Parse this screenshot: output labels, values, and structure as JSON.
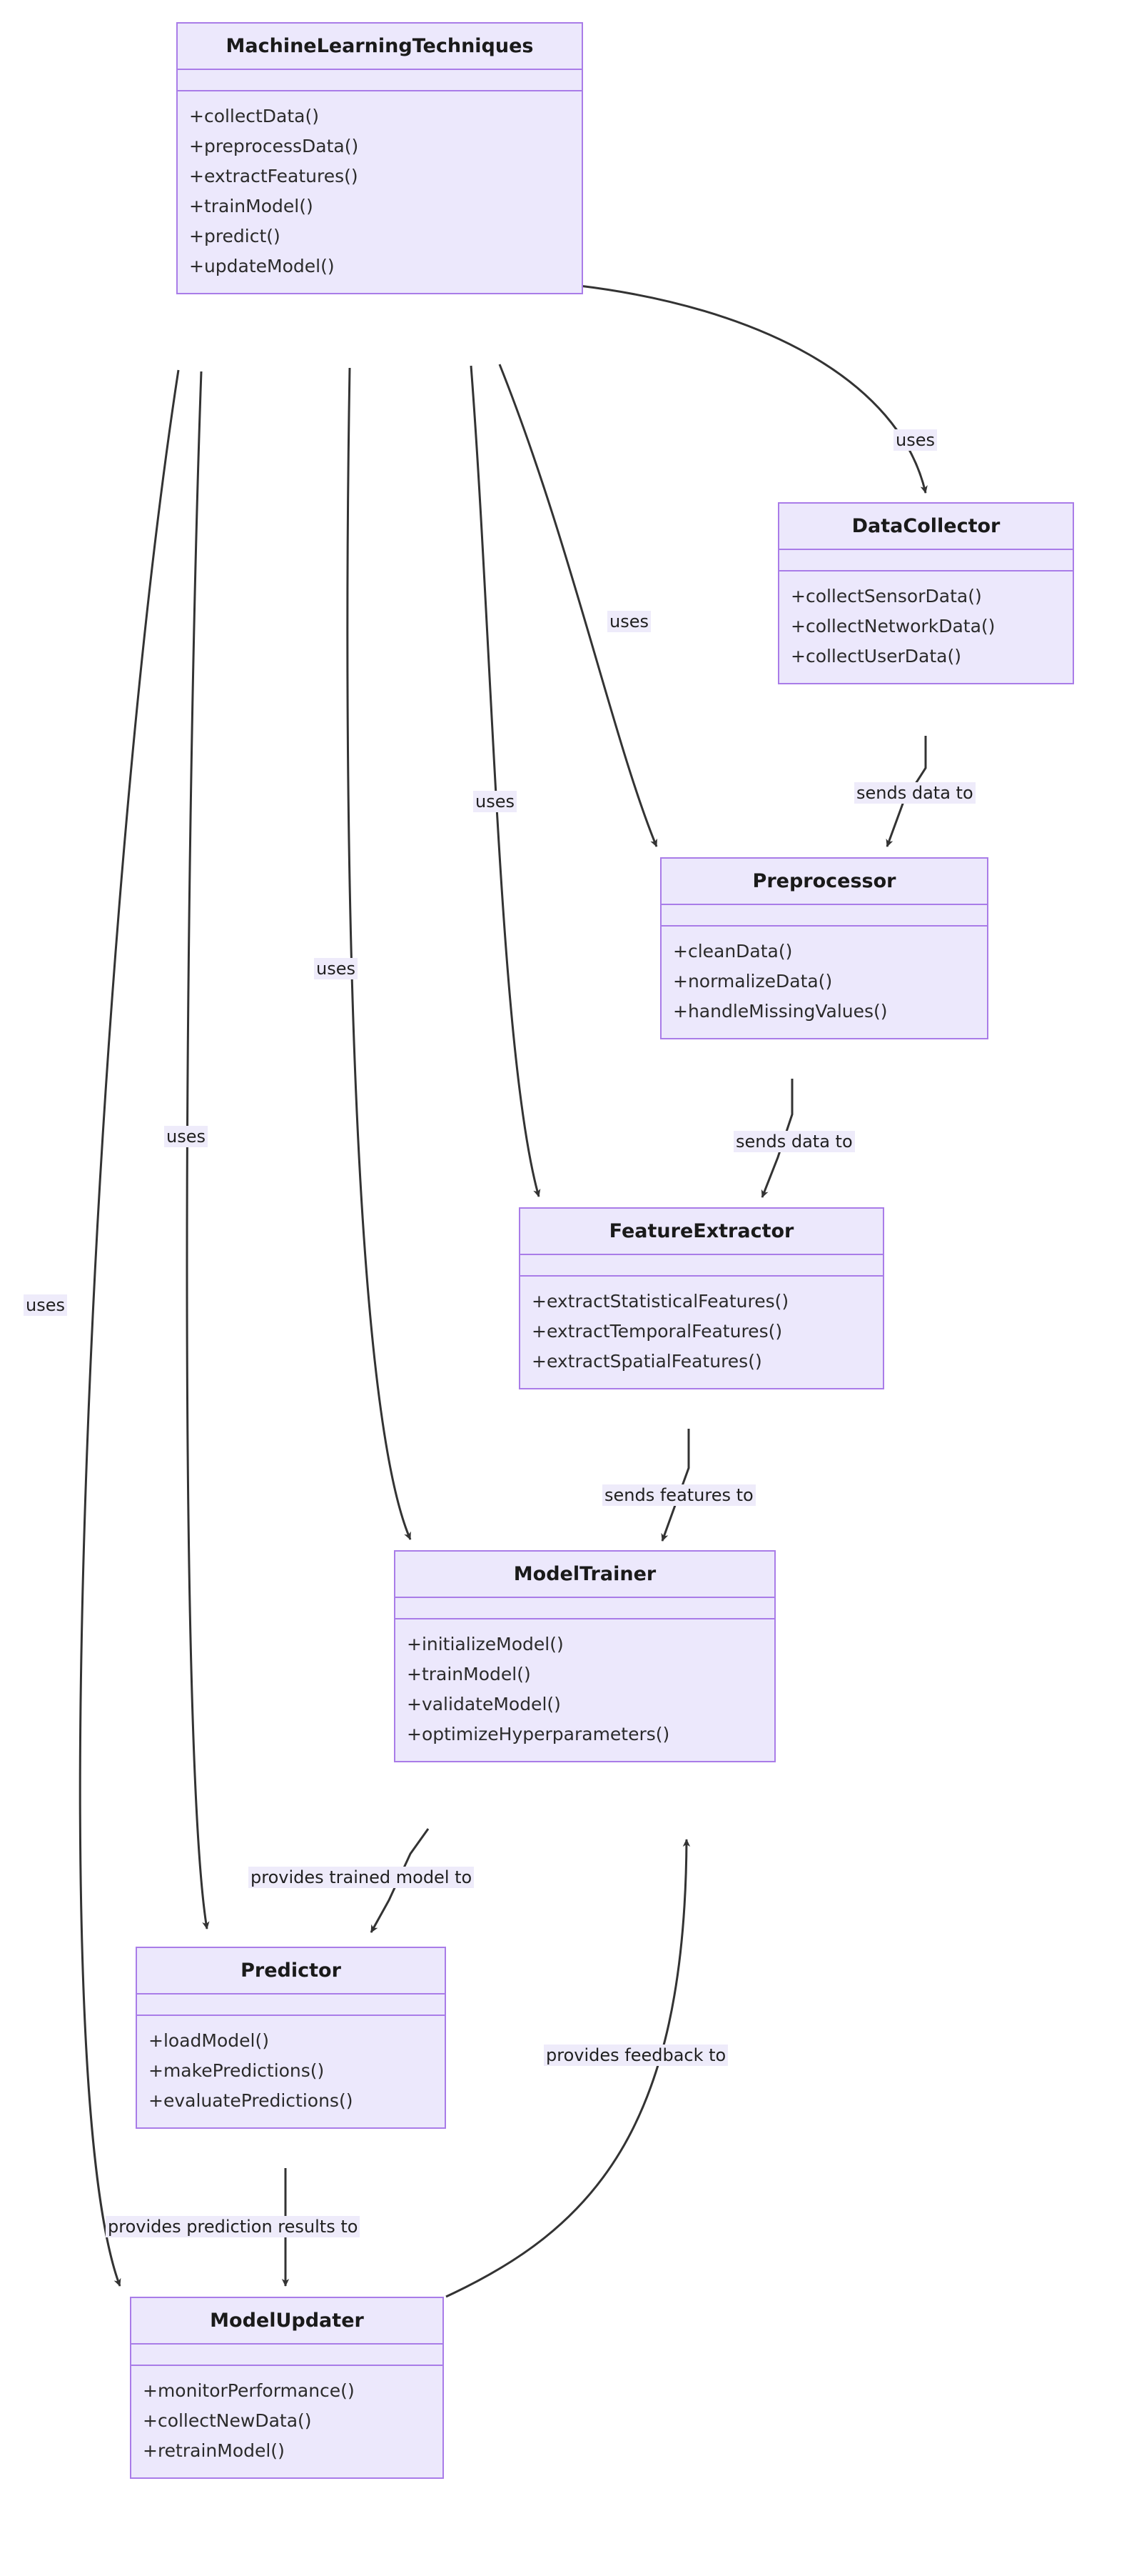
{
  "diagram": {
    "type": "uml-class-diagram",
    "title": "MachineLearningTechniques class diagram",
    "colors": {
      "class_fill": "#ECE8FC",
      "class_border": "#A97CE8",
      "label_background": "#EEEBFA",
      "edge_stroke": "#333333",
      "text": "#1a1a1a",
      "page_background": "#ffffff"
    }
  },
  "classes": [
    {
      "id": "machinelearningtechniques",
      "name": "MachineLearningTechniques",
      "attributes": [],
      "methods": [
        "+collectData()",
        "+preprocessData()",
        "+extractFeatures()",
        "+trainModel()",
        "+predict()",
        "+updateModel()"
      ]
    },
    {
      "id": "datacollector",
      "name": "DataCollector",
      "attributes": [],
      "methods": [
        "+collectSensorData()",
        "+collectNetworkData()",
        "+collectUserData()"
      ]
    },
    {
      "id": "preprocessor",
      "name": "Preprocessor",
      "attributes": [],
      "methods": [
        "+cleanData()",
        "+normalizeData()",
        "+handleMissingValues()"
      ]
    },
    {
      "id": "featureextractor",
      "name": "FeatureExtractor",
      "attributes": [],
      "methods": [
        "+extractStatisticalFeatures()",
        "+extractTemporalFeatures()",
        "+extractSpatialFeatures()"
      ]
    },
    {
      "id": "modeltrainer",
      "name": "ModelTrainer",
      "attributes": [],
      "methods": [
        "+initializeModel()",
        "+trainModel()",
        "+validateModel()",
        "+optimizeHyperparameters()"
      ]
    },
    {
      "id": "predictor",
      "name": "Predictor",
      "attributes": [],
      "methods": [
        "+loadModel()",
        "+makePredictions()",
        "+evaluatePredictions()"
      ]
    },
    {
      "id": "modelupdater",
      "name": "ModelUpdater",
      "attributes": [],
      "methods": [
        "+monitorPerformance()",
        "+collectNewData()",
        "+retrainModel()"
      ]
    }
  ],
  "relationships": [
    {
      "id": "r1",
      "from": "machinelearningtechniques",
      "to": "datacollector",
      "label": "uses"
    },
    {
      "id": "r2",
      "from": "machinelearningtechniques",
      "to": "preprocessor",
      "label": "uses"
    },
    {
      "id": "r3",
      "from": "machinelearningtechniques",
      "to": "featureextractor",
      "label": "uses"
    },
    {
      "id": "r4",
      "from": "machinelearningtechniques",
      "to": "modeltrainer",
      "label": "uses"
    },
    {
      "id": "r5",
      "from": "machinelearningtechniques",
      "to": "predictor",
      "label": "uses"
    },
    {
      "id": "r6",
      "from": "machinelearningtechniques",
      "to": "modelupdater",
      "label": "uses"
    },
    {
      "id": "r7",
      "from": "datacollector",
      "to": "preprocessor",
      "label": "sends data to"
    },
    {
      "id": "r8",
      "from": "preprocessor",
      "to": "featureextractor",
      "label": "sends data to"
    },
    {
      "id": "r9",
      "from": "featureextractor",
      "to": "modeltrainer",
      "label": "sends features to"
    },
    {
      "id": "r10",
      "from": "modeltrainer",
      "to": "predictor",
      "label": "provides trained model to"
    },
    {
      "id": "r11",
      "from": "predictor",
      "to": "modelupdater",
      "label": "provides prediction results to"
    },
    {
      "id": "r12",
      "from": "modelupdater",
      "to": "modeltrainer",
      "label": "provides feedback to"
    }
  ],
  "edge_labels": [
    {
      "id": "lbl-uses-datacollector",
      "text": "uses"
    },
    {
      "id": "lbl-uses-preprocessor",
      "text": "uses"
    },
    {
      "id": "lbl-uses-featureextractor",
      "text": "uses"
    },
    {
      "id": "lbl-uses-modeltrainer",
      "text": "uses"
    },
    {
      "id": "lbl-uses-predictor",
      "text": "uses"
    },
    {
      "id": "lbl-uses-modelupdater",
      "text": "uses"
    },
    {
      "id": "lbl-sends-data-to-1",
      "text": "sends data to"
    },
    {
      "id": "lbl-sends-data-to-2",
      "text": "sends data to"
    },
    {
      "id": "lbl-sends-features-to",
      "text": "sends features to"
    },
    {
      "id": "lbl-provides-trained-model-to",
      "text": "provides trained model to"
    },
    {
      "id": "lbl-provides-feedback-to",
      "text": "provides feedback to"
    },
    {
      "id": "lbl-provides-prediction-results-to",
      "text": "provides prediction results to"
    }
  ]
}
